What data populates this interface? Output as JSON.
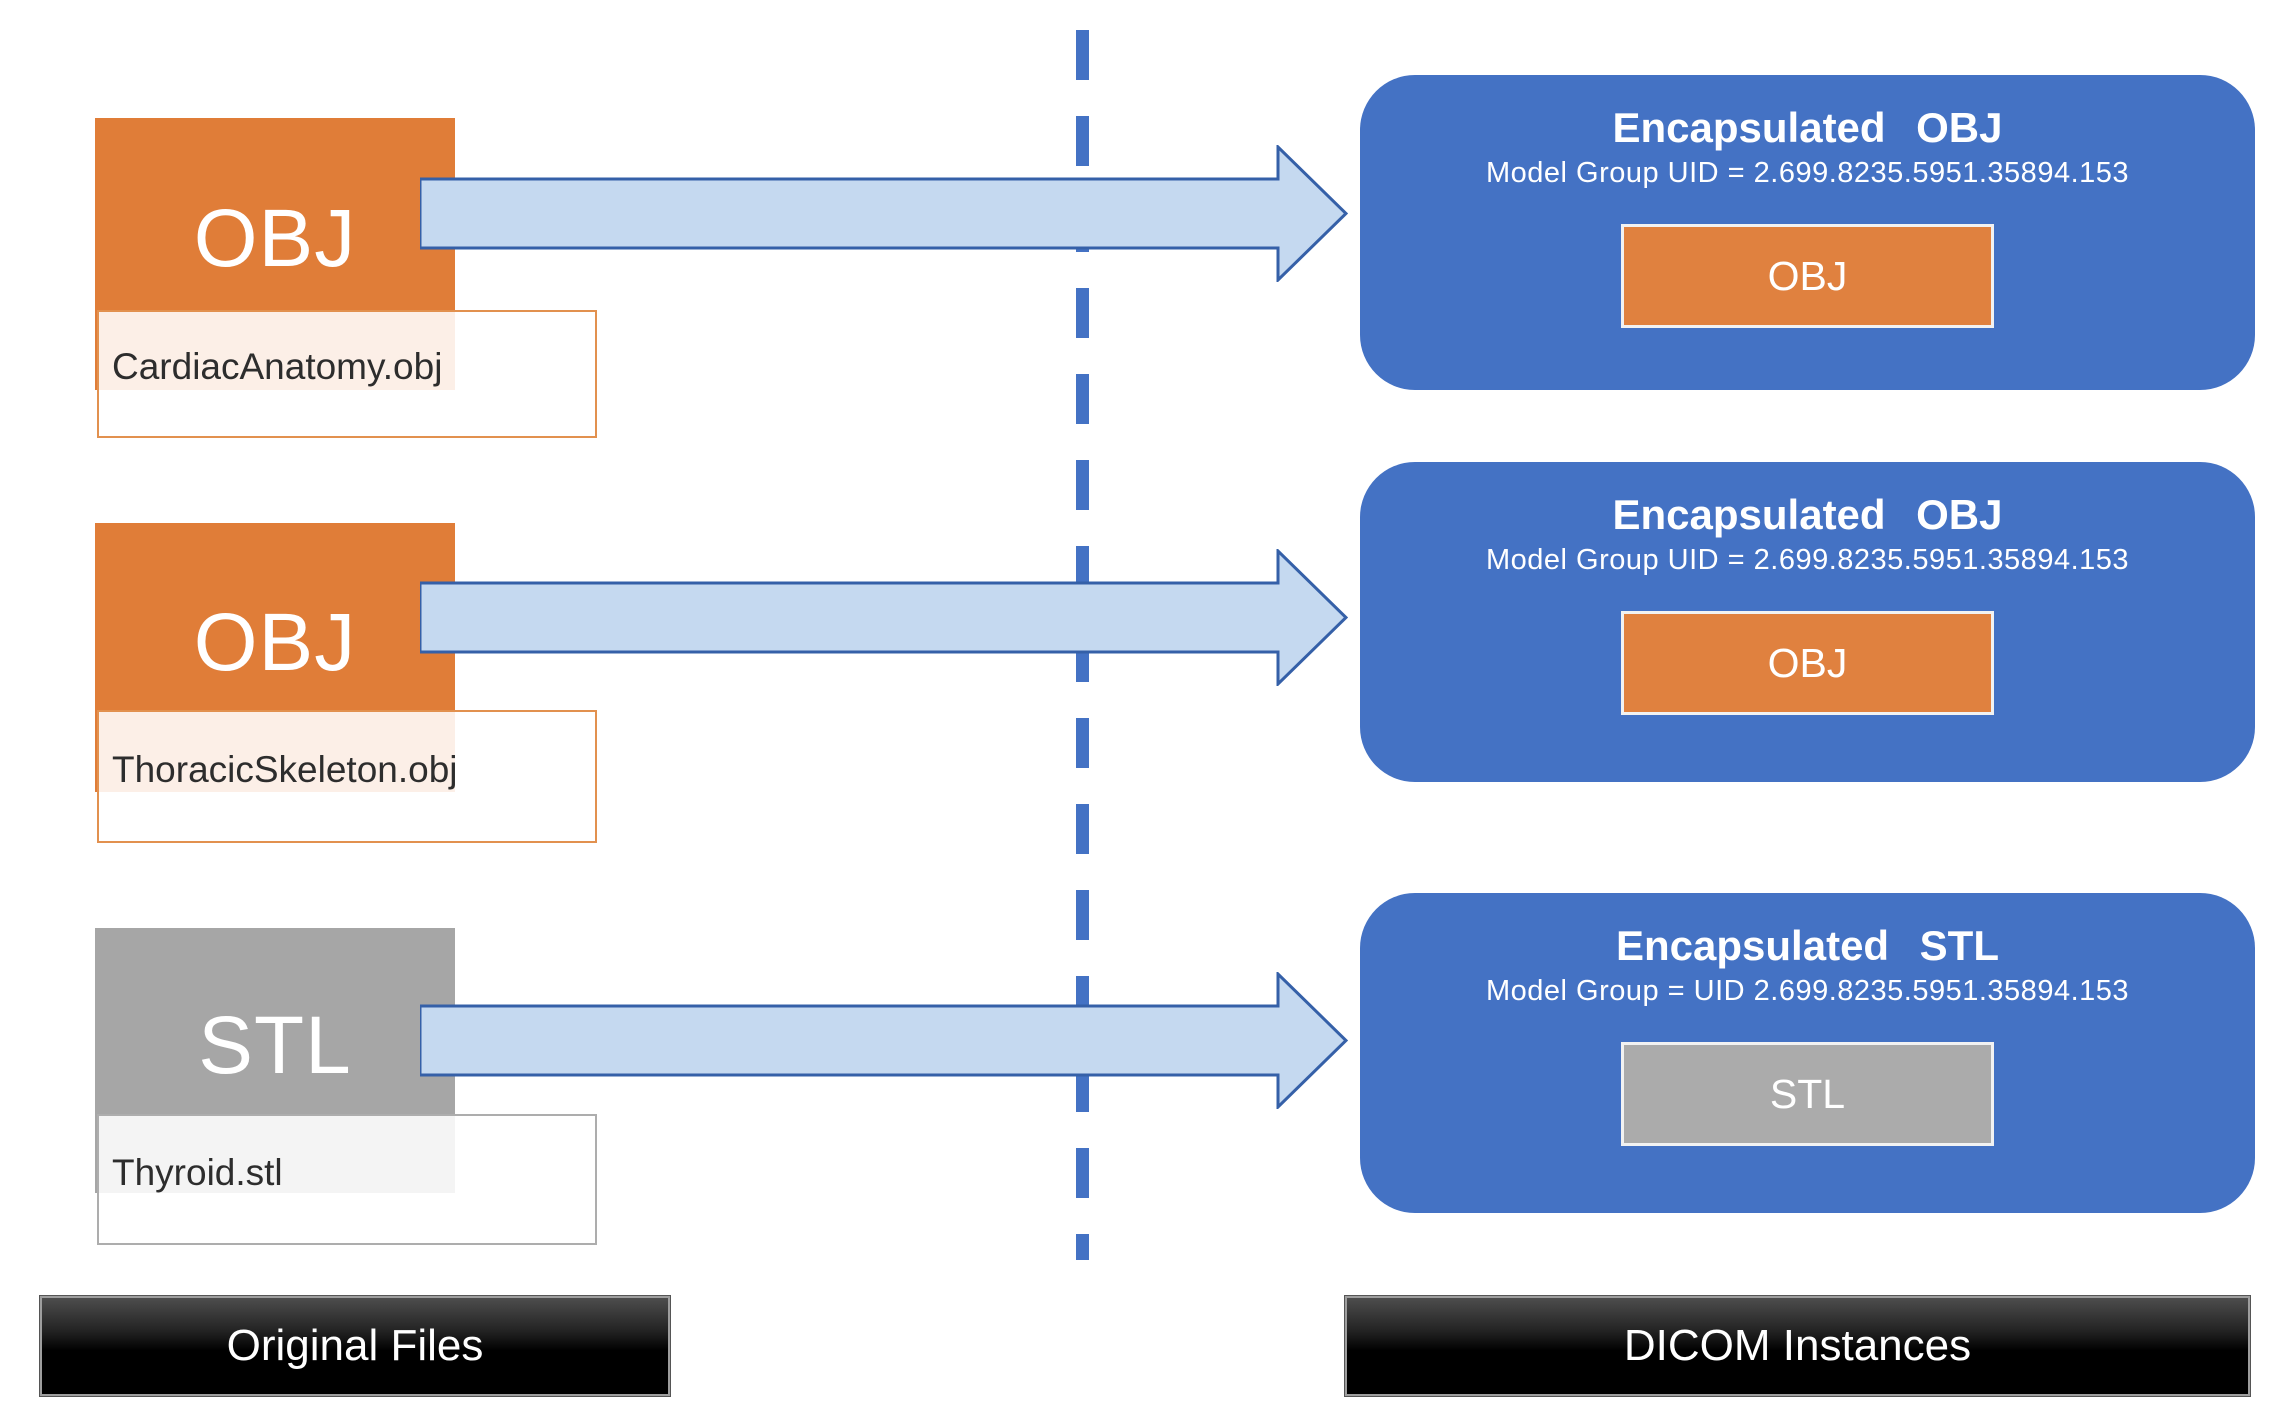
{
  "diagram": {
    "left_column": {
      "banner": "Original Files",
      "files": [
        {
          "type": "OBJ",
          "filename": "CardiacAnatomy.obj"
        },
        {
          "type": "OBJ",
          "filename": "ThoracicSkeleton.obj"
        },
        {
          "type": "STL",
          "filename": "Thyroid.stl"
        }
      ]
    },
    "right_column": {
      "banner": "DICOM Instances",
      "instances": [
        {
          "title": "Encapsulated OBJ",
          "uid_line": "Model Group UID = 2.699.8235.5951.35894.153",
          "inner_label": "OBJ"
        },
        {
          "title": "Encapsulated OBJ",
          "uid_line": "Model Group UID = 2.699.8235.5951.35894.153",
          "inner_label": "OBJ"
        },
        {
          "title": "Encapsulated STL",
          "uid_line": "Model Group = UID 2.699.8235.5951.35894.153",
          "inner_label": "STL"
        }
      ]
    },
    "colors": {
      "obj_orange": "#E07D38",
      "obj_orange_inner": "#E0813F",
      "stl_gray": "#A6A6A6",
      "card_blue": "#4472C4",
      "arrow_fill": "#C5D9F0",
      "arrow_border": "#3560A8",
      "divider_blue": "#4472C4"
    }
  }
}
